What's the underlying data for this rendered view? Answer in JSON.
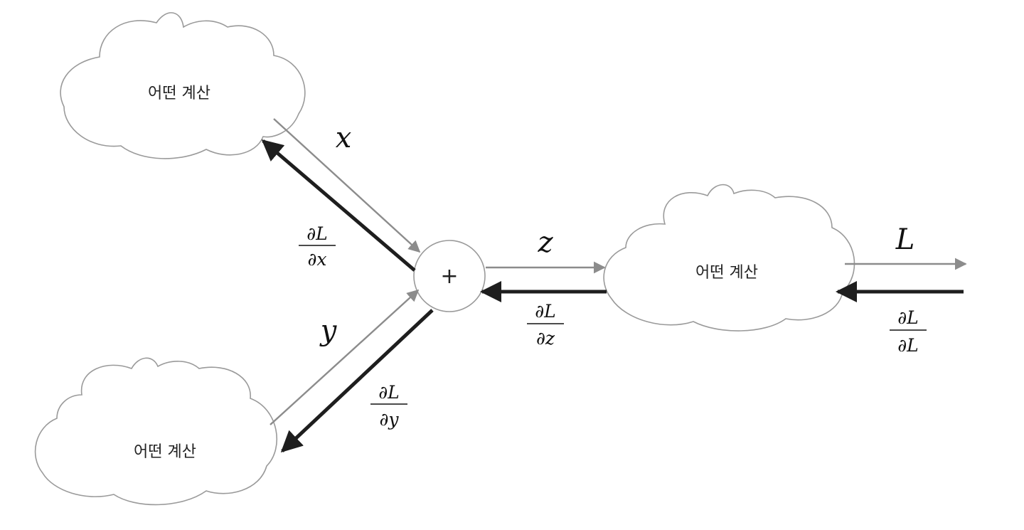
{
  "colors": {
    "forward": "#8c8c8c",
    "backward": "#1e1e1e",
    "outline": "#9a9a9a"
  },
  "clouds": {
    "top_left": {
      "label": "어떤 계산"
    },
    "bottom_left": {
      "label": "어떤 계산"
    },
    "right": {
      "label": "어떤 계산"
    }
  },
  "add_node": {
    "label": "+"
  },
  "forward_labels": {
    "x": "x",
    "y": "y",
    "z": "z",
    "L": "L"
  },
  "gradients": {
    "dLdx": {
      "num_d": "∂",
      "num_var": "L",
      "den_d": "∂",
      "den_var": "x"
    },
    "dLdy": {
      "num_d": "∂",
      "num_var": "L",
      "den_d": "∂",
      "den_var": "y"
    },
    "dLdz": {
      "num_d": "∂",
      "num_var": "L",
      "den_d": "∂",
      "den_var": "z"
    },
    "dLdL": {
      "num_d": "∂",
      "num_var": "L",
      "den_d": "∂",
      "den_var": "L"
    }
  }
}
